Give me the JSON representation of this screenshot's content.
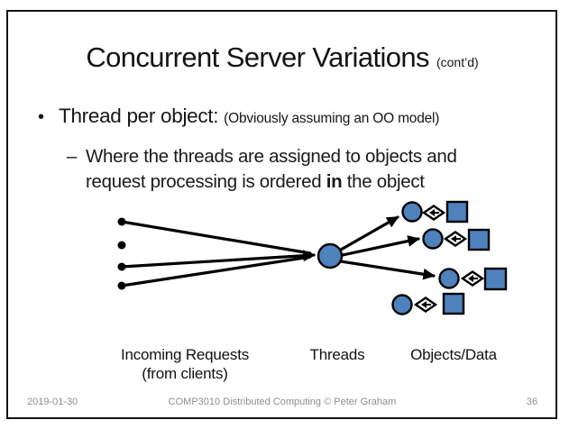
{
  "slide": {
    "title": {
      "main": "Concurrent Server Variations",
      "suffix": "(cont’d)"
    },
    "bullet": {
      "marker": "•",
      "main": "Thread per object: ",
      "note": "(Obviously assuming an OO model)"
    },
    "sub_bullet": {
      "marker": "–",
      "line1": "Where the threads are assigned to objects and",
      "line2_pre": "request processing is ordered ",
      "line2_bold": "in",
      "line2_post": " the object"
    },
    "diagram_labels": {
      "incoming_line1": "Incoming Requests",
      "incoming_line2": "(from clients)",
      "threads": "Threads",
      "objects": "Objects/Data"
    },
    "footer": {
      "date": "2019-01-30",
      "center": "COMP3010 Distributed Computing © Peter  Graham",
      "page": "36"
    }
  },
  "diagram": {
    "incoming_request_dots": 4,
    "thread_nodes": 1,
    "object_groups": 4,
    "object_groups_with_arrows": 3,
    "group_shape_order": [
      "circle",
      "diamond-with-left-arrow",
      "square"
    ]
  },
  "colors": {
    "node_fill": "#4F81BD",
    "stroke": "#000000",
    "text": "#161616",
    "footer_text": "#8f8f8f"
  }
}
